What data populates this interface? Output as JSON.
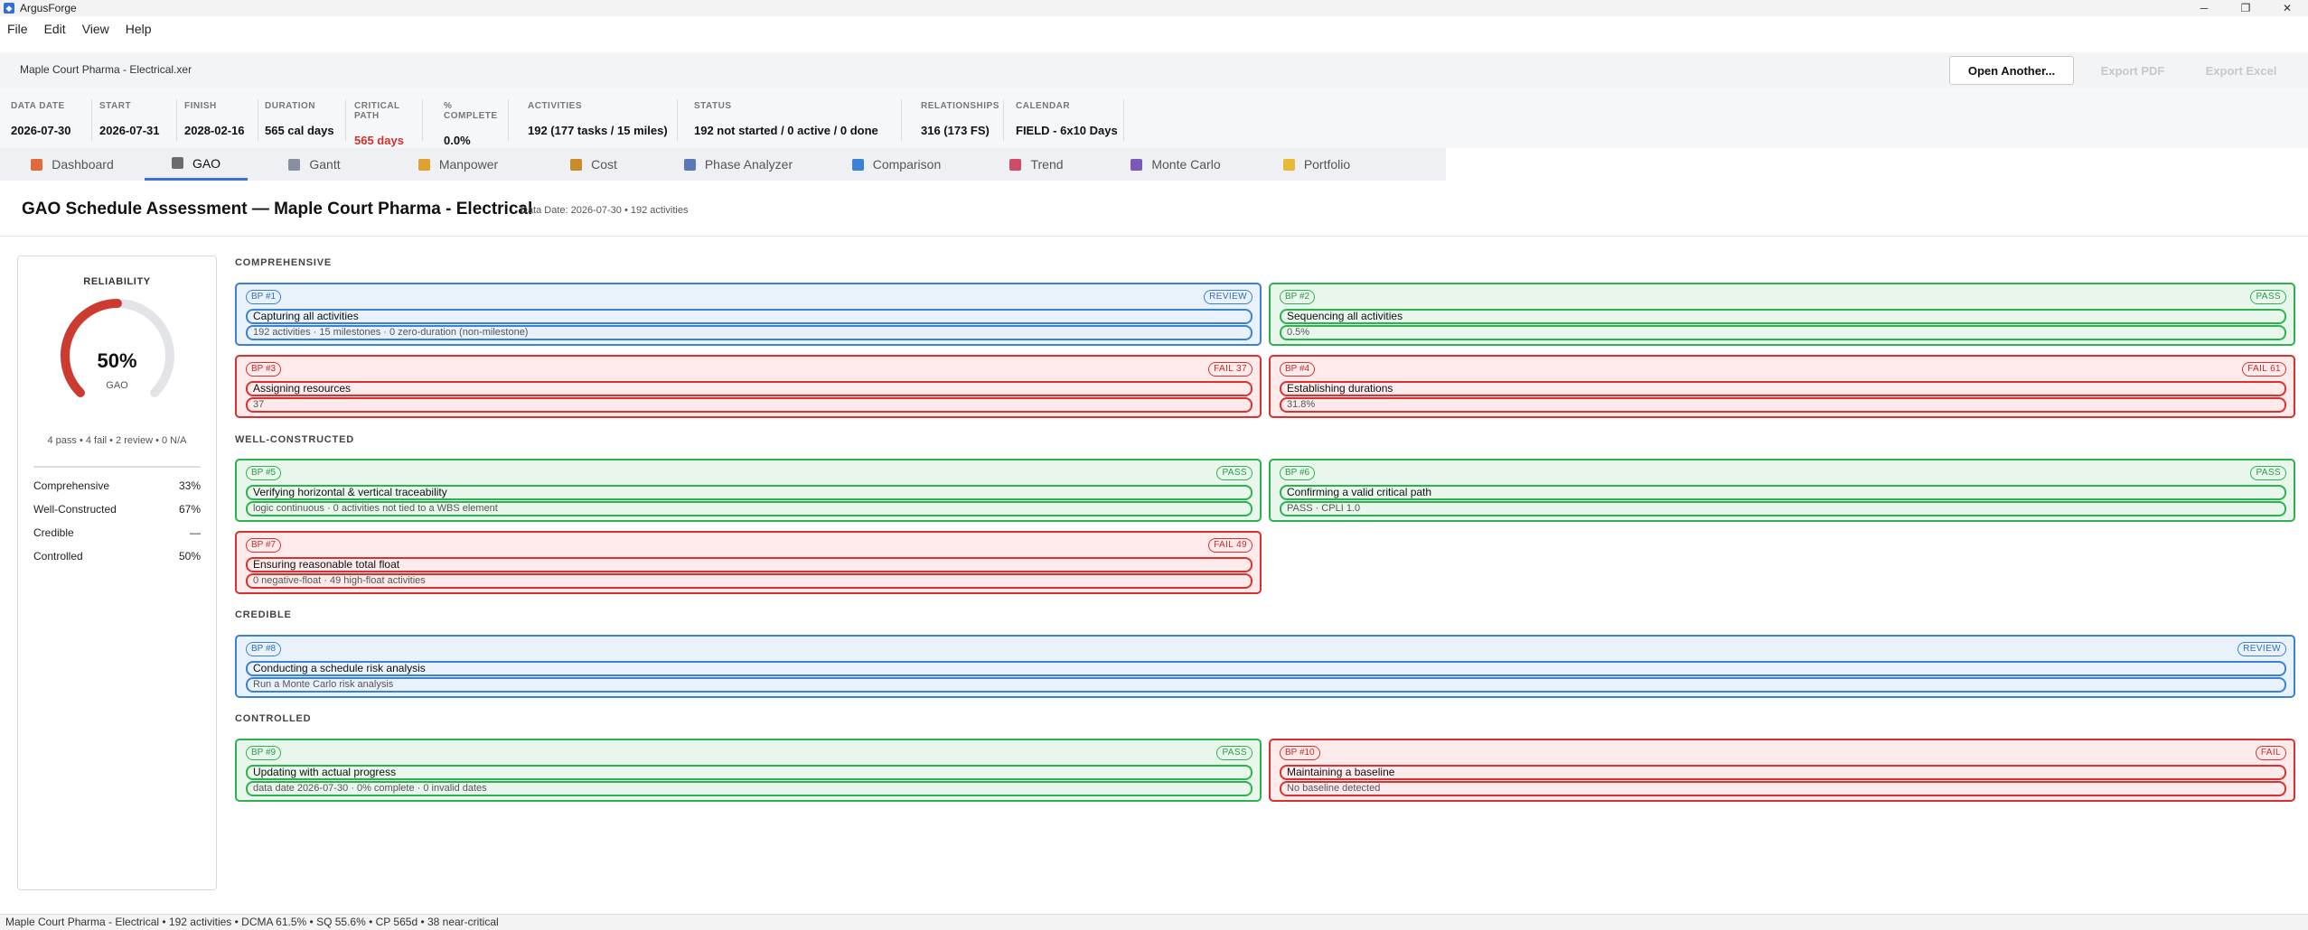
{
  "app": {
    "title": "ArgusForge"
  },
  "window_controls": {
    "minimize": "─",
    "restore": "❐",
    "close": "✕"
  },
  "menu": [
    "File",
    "Edit",
    "View",
    "Help"
  ],
  "filebar": {
    "filename": "Maple Court Pharma - Electrical.xer",
    "open_label": "Open Another...",
    "export_pdf_label": "Export PDF",
    "export_excel_label": "Export Excel"
  },
  "stats": [
    {
      "label": "DATA DATE",
      "value": "2026-07-30"
    },
    {
      "label": "START",
      "value": "2026-07-31"
    },
    {
      "label": "FINISH",
      "value": "2028-02-16"
    },
    {
      "label": "DURATION",
      "value": "565 cal days"
    },
    {
      "label": "CRITICAL PATH",
      "value": "565 days",
      "color": "#d0312d"
    },
    {
      "label": "% COMPLETE",
      "value": "0.0%"
    },
    {
      "label": "ACTIVITIES",
      "value": "192  (177 tasks / 15 miles)"
    },
    {
      "label": "STATUS",
      "value": "192 not started  /  0 active  /  0 done"
    },
    {
      "label": "RELATIONSHIPS",
      "value": "316  (173 FS)"
    },
    {
      "label": "CALENDAR",
      "value": "FIELD - 6x10 Days"
    }
  ],
  "tabs": [
    {
      "label": "Dashboard",
      "icon": "dashboard-icon",
      "color": "#e06a3a"
    },
    {
      "label": "GAO",
      "icon": "bank-icon",
      "color": "#6b6b6b",
      "active": true
    },
    {
      "label": "Gantt",
      "icon": "gantt-icon",
      "color": "#8a8fa0"
    },
    {
      "label": "Manpower",
      "icon": "worker-icon",
      "color": "#e0a030"
    },
    {
      "label": "Cost",
      "icon": "money-bag-icon",
      "color": "#c98a2a"
    },
    {
      "label": "Phase Analyzer",
      "icon": "calendar-icon",
      "color": "#5a78b8"
    },
    {
      "label": "Comparison",
      "icon": "compare-icon",
      "color": "#3b82d6"
    },
    {
      "label": "Trend",
      "icon": "trend-icon",
      "color": "#d04a6a"
    },
    {
      "label": "Monte Carlo",
      "icon": "dice-icon",
      "color": "#7a5ab8"
    },
    {
      "label": "Portfolio",
      "icon": "folder-icon",
      "color": "#e8b838"
    }
  ],
  "header": {
    "title": "GAO Schedule Assessment — Maple Court Pharma - Electrical",
    "subtitle": "Data Date: 2026-07-30  •  192 activities"
  },
  "reliability": {
    "title": "RELIABILITY",
    "percent": 50,
    "value_text": "50%",
    "sub": "GAO",
    "summary": "4 pass  •  4 fail  •  2 review  •  0 N/A",
    "gauge_color": "#cc3a30",
    "track_color": "#e3e4e7",
    "rows": [
      {
        "label": "Comprehensive",
        "value": "33%"
      },
      {
        "label": "Well-Constructed",
        "value": "67%"
      },
      {
        "label": "Credible",
        "value": "—"
      },
      {
        "label": "Controlled",
        "value": "50%"
      }
    ]
  },
  "sections": [
    {
      "label": "COMPREHENSIVE"
    },
    {
      "label": "WELL-CONSTRUCTED"
    },
    {
      "label": "CREDIBLE"
    },
    {
      "label": "CONTROLLED"
    }
  ],
  "cards": [
    {
      "id": "BP #1",
      "status": "review",
      "badge": "REVIEW",
      "title": "Capturing all activities",
      "detail": "192 activities · 15 milestones · 0 zero-duration (non-milestone)"
    },
    {
      "id": "BP #2",
      "status": "pass",
      "badge": "PASS",
      "title": "Sequencing all activities",
      "detail": "0.5%"
    },
    {
      "id": "BP #3",
      "status": "fail",
      "badge": "FAIL  37",
      "title": "Assigning resources",
      "detail": "37"
    },
    {
      "id": "BP #4",
      "status": "fail",
      "badge": "FAIL  61",
      "title": "Establishing durations",
      "detail": "31.8%"
    },
    {
      "id": "BP #5",
      "status": "pass",
      "badge": "PASS",
      "title": "Verifying horizontal & vertical traceability",
      "detail": "logic continuous · 0 activities not tied to a WBS element"
    },
    {
      "id": "BP #6",
      "status": "pass",
      "badge": "PASS",
      "title": "Confirming a valid critical path",
      "detail": "PASS · CPLI 1.0"
    },
    {
      "id": "BP #7",
      "status": "fail",
      "badge": "FAIL  49",
      "title": "Ensuring reasonable total float",
      "detail": "0 negative-float · 49 high-float activities"
    },
    {
      "id": "BP #8",
      "status": "review",
      "badge": "REVIEW",
      "title": "Conducting a schedule risk analysis",
      "detail": "Run a Monte Carlo risk analysis"
    },
    {
      "id": "BP #9",
      "status": "pass",
      "badge": "PASS",
      "title": "Updating with actual progress",
      "detail": "data date 2026-07-30 · 0% complete · 0 invalid dates"
    },
    {
      "id": "BP #10",
      "status": "fail",
      "badge": "FAIL",
      "title": "Maintaining a baseline",
      "detail": "No baseline detected"
    }
  ],
  "statusbar": {
    "text": "Maple Court Pharma - Electrical  •  192 activities  •  DCMA 61.5%  •  SQ 55.6%  •  CP 565d  •  38 near-critical"
  }
}
